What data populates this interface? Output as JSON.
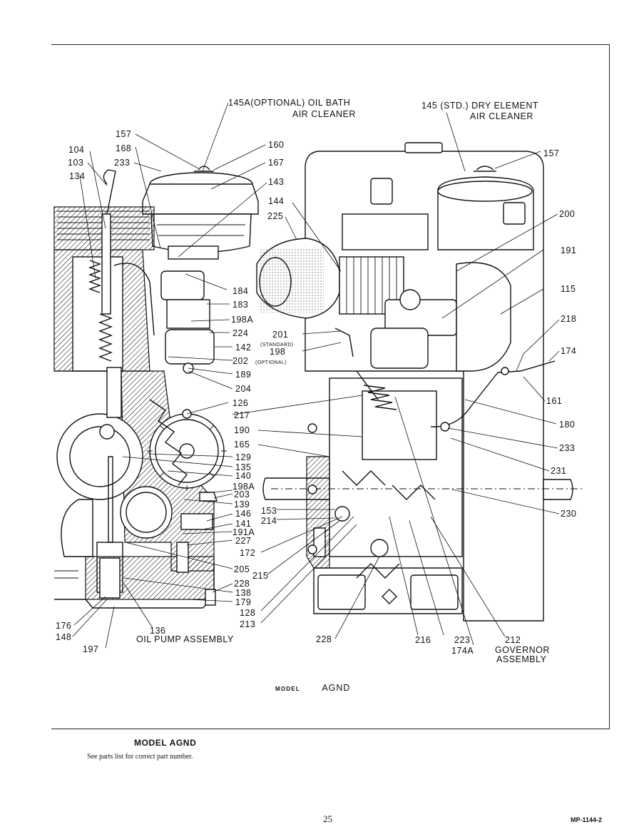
{
  "callouts": {
    "l145A": "145A(OPTIONAL) OIL BATH",
    "l145A_2": "AIR CLEANER",
    "l145": "145 (STD.) DRY ELEMENT",
    "l145_2": "AIR CLEANER",
    "n157a": "157",
    "n160": "160",
    "n104": "104",
    "n168": "168",
    "n167": "167",
    "n103": "103",
    "n233a": "233",
    "n134": "134",
    "n143": "143",
    "n144": "144",
    "n225": "225",
    "n157b": "157",
    "n200": "200",
    "n191": "191",
    "n115": "115",
    "n218": "218",
    "n174": "174",
    "n184": "184",
    "n183": "183",
    "n198A": "198A",
    "n224": "224",
    "n201": "201",
    "n201sub": "(STANDARD)",
    "n198": "198",
    "n142": "142",
    "n202": "202",
    "n202sub": "(OPTIONAL)",
    "n189": "189",
    "n204": "204",
    "n161": "161",
    "n126": "126",
    "n217": "217",
    "n180": "180",
    "n190": "190",
    "n233b": "233",
    "n165": "165",
    "n129": "129",
    "n135": "135",
    "n231": "231",
    "n140": "140",
    "n198Ab": "198A",
    "n203": "203",
    "n139": "139",
    "n230": "230",
    "n153": "153",
    "n146": "146",
    "n214": "214",
    "n141": "141",
    "n191A": "191A",
    "n227": "227",
    "n172": "172",
    "n205": "205",
    "n215": "215",
    "n228a": "228",
    "n138": "138",
    "n179": "179",
    "n128": "128",
    "n213": "213",
    "n176": "176",
    "n148": "148",
    "n136": "136",
    "oilpump": "OIL PUMP ASSEMBLY",
    "n197": "197",
    "n228b": "228",
    "n216": "216",
    "n223": "223",
    "n174A": "174A",
    "n212": "212",
    "governor": "GOVERNOR",
    "governor_2": "ASSEMBLY"
  },
  "model_line": {
    "word": "MODEL",
    "name": "AGND"
  },
  "caption": {
    "title": "MODEL AGND",
    "note": "See parts list for correct part number."
  },
  "page_number": "25",
  "doc_code": "MP-1144-2"
}
